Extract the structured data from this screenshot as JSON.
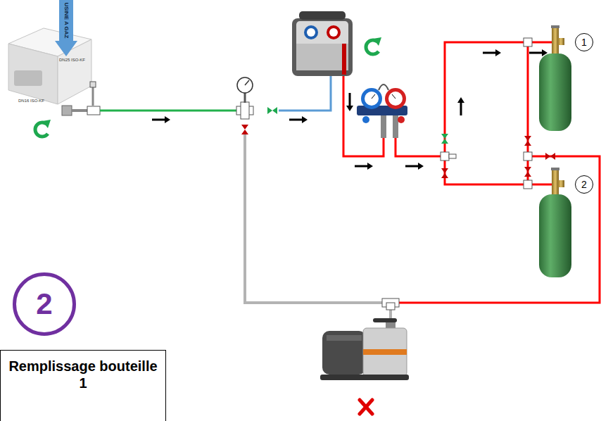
{
  "diagram": {
    "nodes": [
      {
        "text": [
          "USINE A GAZ"
        ]
      },
      {
        "text": [
          "1"
        ]
      },
      {
        "text": [
          "2"
        ]
      },
      {
        "text": [
          "2"
        ]
      },
      {
        "text": [
          "Remplissage bouteille 1"
        ]
      }
    ],
    "labels": [
      "DN25 ISO-KF",
      "DN16 ISO-KF"
    ]
  }
}
